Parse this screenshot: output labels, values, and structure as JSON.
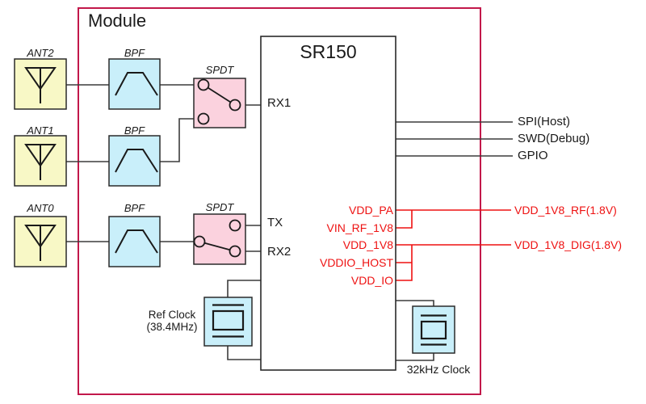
{
  "module": {
    "title": "Module"
  },
  "chip": {
    "name": "SR150",
    "pins_left": {
      "rx1": "RX1",
      "tx": "TX",
      "rx2": "RX2"
    },
    "pins_power": {
      "vdd_pa": "VDD_PA",
      "vin_rf_1v8": "VIN_RF_1V8",
      "vdd_1v8": "VDD_1V8",
      "vddio_host": "VDDIO_HOST",
      "vdd_io": "VDD_IO"
    }
  },
  "antennas": {
    "ant2": "ANT2",
    "ant1": "ANT1",
    "ant0": "ANT0"
  },
  "filter_label": "BPF",
  "switch_label": "SPDT",
  "host_signals": {
    "spi": "SPI(Host)",
    "swd": "SWD(Debug)",
    "gpio": "GPIO"
  },
  "power_rails": {
    "rf": "VDD_1V8_RF(1.8V)",
    "dig": "VDD_1V8_DIG(1.8V)"
  },
  "clocks": {
    "ref_name": "Ref Clock",
    "ref_freq": "(38.4MHz)",
    "rtc": "32kHz Clock"
  },
  "colors": {
    "module_border": "#c2184a",
    "power_net": "#ee1111",
    "wire": "#3c3c3c",
    "antenna_fill": "#f8f8c6",
    "filter_fill": "#c9effa",
    "switch_fill": "#fbd2de",
    "crystal_fill": "#c9effa",
    "chip_fill": "#ffffff"
  }
}
